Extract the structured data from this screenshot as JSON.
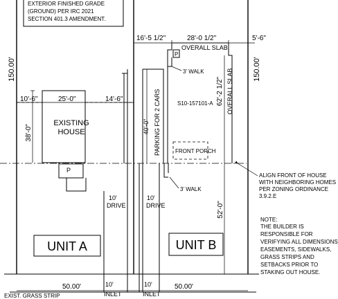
{
  "note_top": [
    "EXTERIOR FINISHED GRADE",
    "(GROUND) PER IRC 2021",
    "SECTION 401.3 AMENDMENT."
  ],
  "dims": {
    "lot_depth_left": "150.00'",
    "lot_depth_right": "150.00'",
    "left_setback": "10'-6\"",
    "house_width": "25'-0\"",
    "house_depth": "38'-0\"",
    "side_gap": "14'-6\"",
    "b_left_setback": "16'-5 1/2\"",
    "slab_width": "28'-0 1/2\"",
    "b_right_setback": "5'-6\"",
    "slab_depth": "62'-2 1/2\"",
    "parking_depth": "40'-0\"",
    "front_yard": "52'-0\"",
    "lot_width_a": "50.00'",
    "lot_width_b": "50.00'",
    "drive_a_width": "10'",
    "drive_b_width": "10'",
    "inlet_a": "10'",
    "inlet_b": "10'"
  },
  "labels": {
    "overall_slab": "OVERALL SLAB",
    "overall_slab_vertical": "OVERALL SLAB",
    "p_upper": "P",
    "p_lower": "P",
    "walk_upper": "3' WALK",
    "walk_lower": "3' WALK",
    "lot_id": "S10-157101-A",
    "existing_house_1": "EXISTING",
    "existing_house_2": "HOUSE",
    "parking": "PARKING FOR 2 CARS",
    "front_porch": "FRONT PORCH",
    "drive_a": "DRIVE",
    "drive_b": "DRIVE",
    "unit_a": "UNIT A",
    "unit_b": "UNIT B",
    "inlet_label_a": "INLET",
    "inlet_label_b": "INLET",
    "grass_strip": "EXIST. GRASS STRIP"
  },
  "align_note": [
    "ALIGN FRONT OF HOUSE",
    "WITH NEIGHBORING HOMES",
    "PER ZONING ORDINANCE",
    "3.9.2.E"
  ],
  "builder_note": [
    "NOTE:",
    "THE BUILDER IS",
    "RESPONSIBLE FOR",
    "VERIFYING ALL DIMENSIONS,",
    "EASEMENTS, SIDEWALKS,",
    "GRASS STRIPS AND",
    "SETBACKS PRIOR TO",
    "STAKING OUT HOUSE."
  ]
}
